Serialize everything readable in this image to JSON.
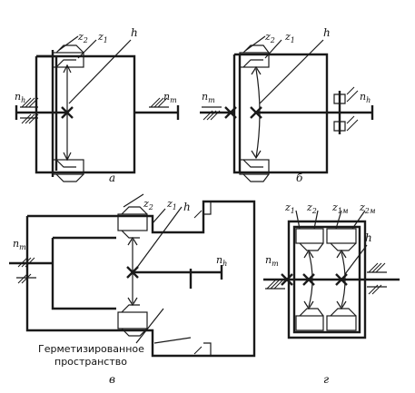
{
  "diagrams": {
    "a": {
      "caption": "а",
      "labels": {
        "z2": "z",
        "z2_sub": "2",
        "z1": "z",
        "z1_sub": "1",
        "h": "h",
        "nh": "n",
        "nh_sub": "h",
        "nt": "n",
        "nt_sub": "т"
      }
    },
    "b": {
      "caption": "б",
      "labels": {
        "z2": "z",
        "z2_sub": "2",
        "z1": "z",
        "z1_sub": "1",
        "h": "h",
        "nt": "n",
        "nt_sub": "т",
        "nh": "n",
        "nh_sub": "h"
      }
    },
    "v": {
      "caption": "в",
      "labels": {
        "z2": "z",
        "z2_sub": "2",
        "z1": "z",
        "z1_sub": "1",
        "h": "h",
        "nt": "n",
        "nt_sub": "т",
        "nh": "n",
        "nh_sub": "h"
      },
      "annotation_line1": "Герметизированное",
      "annotation_line2": "пространство"
    },
    "g": {
      "caption": "г",
      "labels": {
        "z1": "z",
        "z1_sub": "1",
        "z2": "z",
        "z2_sub": "2",
        "z1m": "z",
        "z1m_sub": "1м",
        "z2m": "z",
        "z2m_sub": "2м",
        "h": "h",
        "nt": "n",
        "nt_sub": "т"
      }
    }
  }
}
